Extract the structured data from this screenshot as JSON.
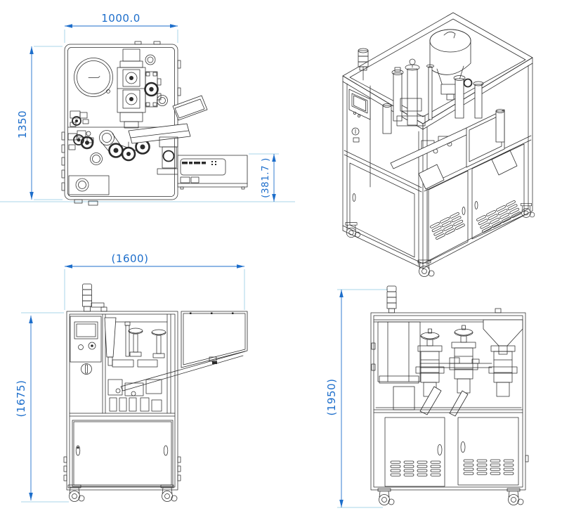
{
  "drawing": {
    "background": "#ffffff",
    "colors": {
      "machine_line": "#2b2b2b",
      "dimension": "#1d6ecb",
      "extension_line": "#a9d6ea"
    },
    "dimensions": {
      "top_width": "1000.0",
      "top_height": "1350",
      "outfeed_offset": "(381.7 )",
      "front_width": "(1600)",
      "front_height": "(1675)",
      "overall_height": "(1950)"
    }
  }
}
